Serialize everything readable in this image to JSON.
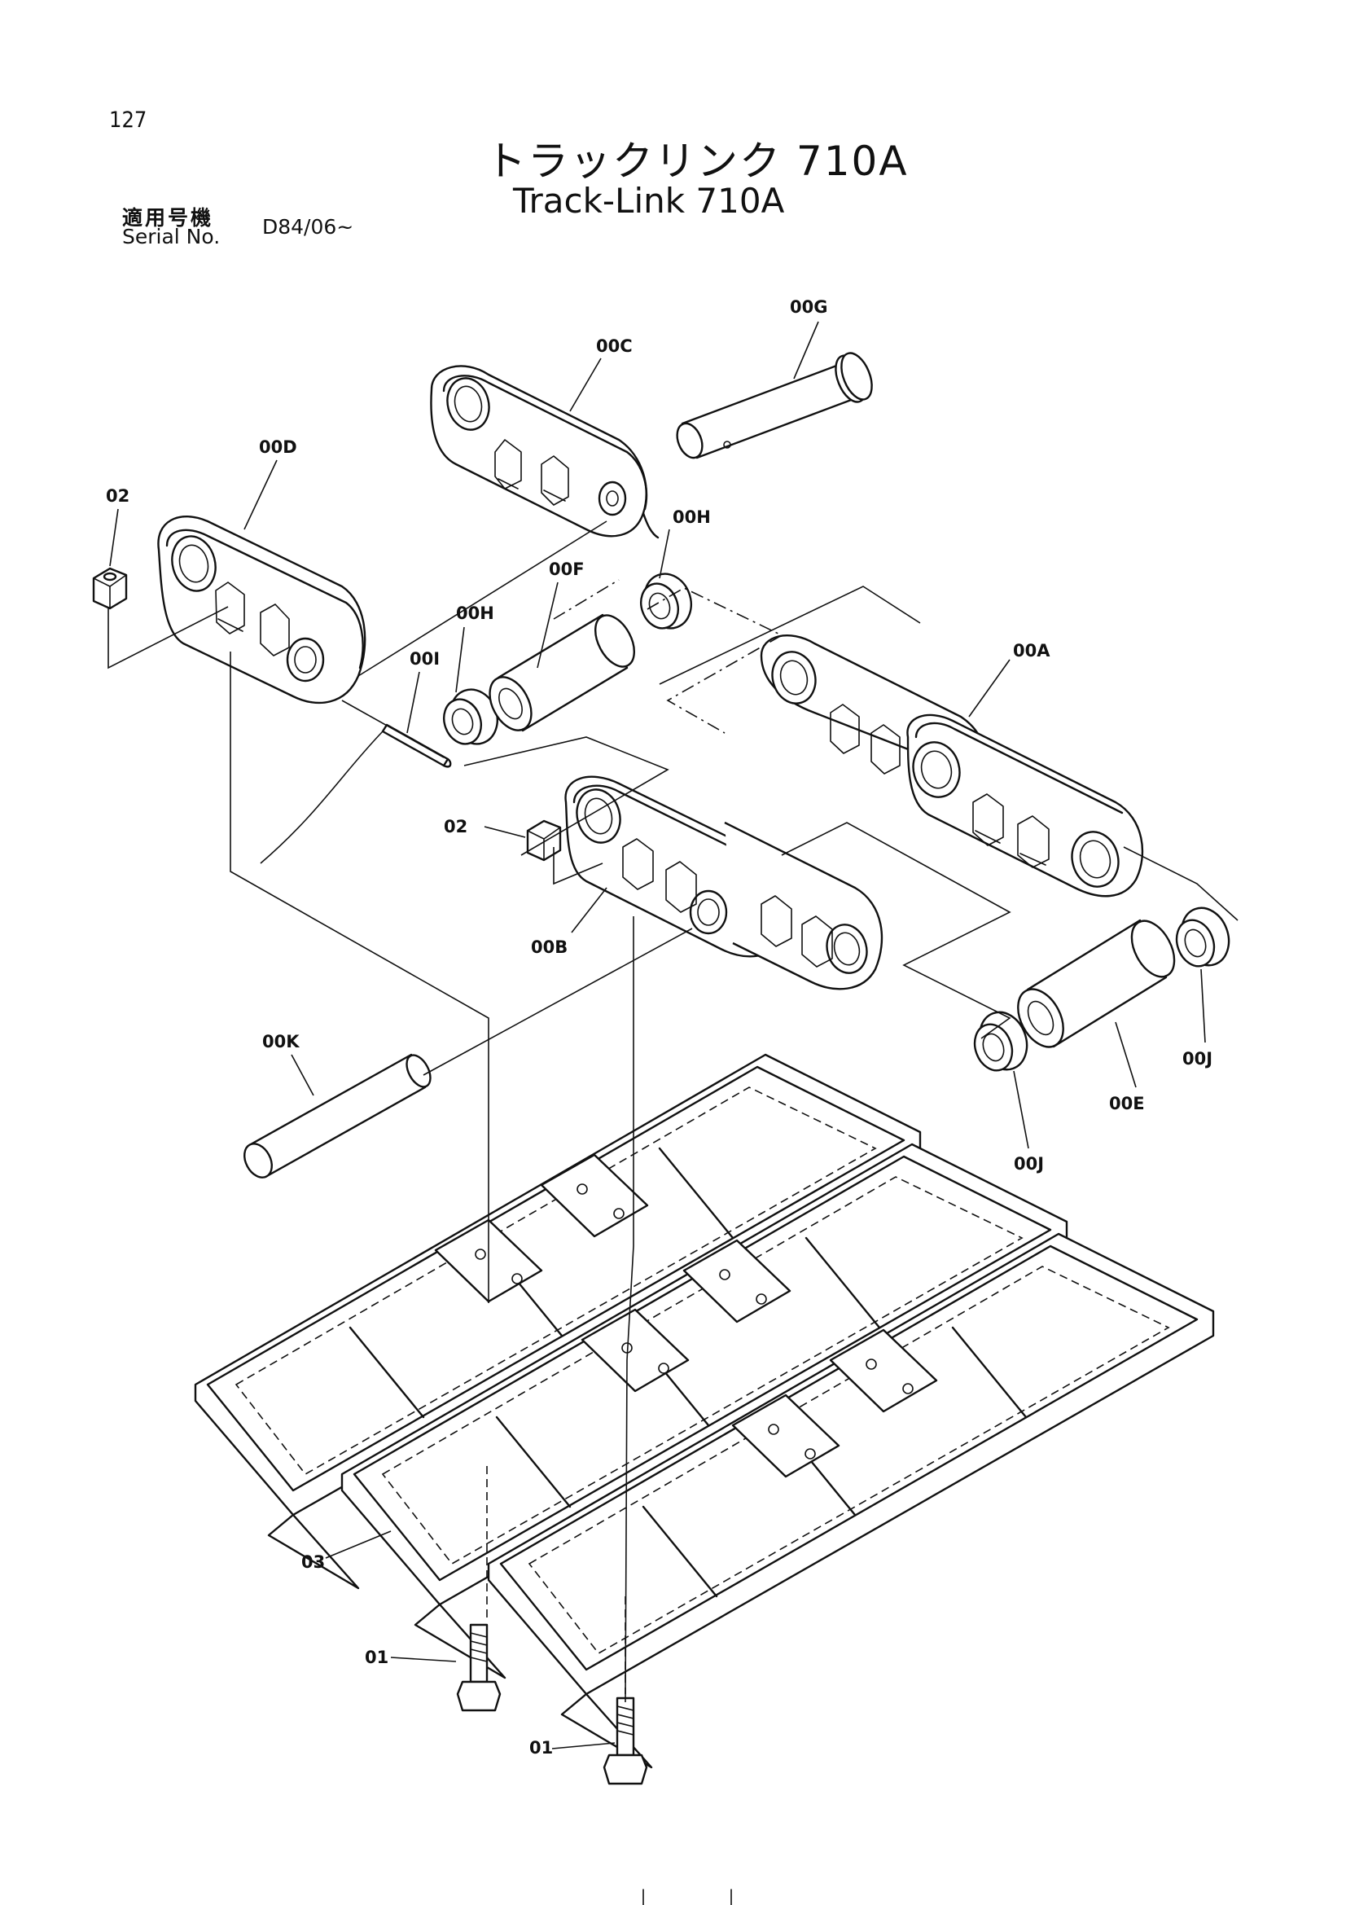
{
  "page_number": "127",
  "title_jp": "トラックリンク 710A",
  "title_en": "Track-Link 710A",
  "serial": {
    "label_jp": "適用号機",
    "label_en": "Serial No.",
    "value": "D84/06~"
  },
  "callouts": {
    "c00G": "00G",
    "c00C": "00C",
    "c00D": "00D",
    "c02a": "02",
    "c00H_top": "00H",
    "c00F": "00F",
    "c00H_left": "00H",
    "c00I": "00I",
    "c00A": "00A",
    "c02b": "02",
    "c00B": "00B",
    "c00K": "00K",
    "c00J_right": "00J",
    "c00E": "00E",
    "c00J_left": "00J",
    "c03": "03",
    "c01a": "01",
    "c01b": "01"
  }
}
